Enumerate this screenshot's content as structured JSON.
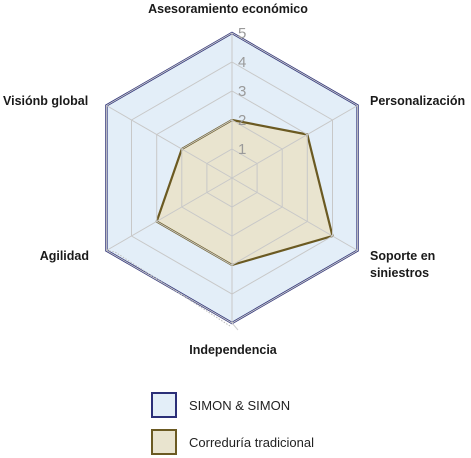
{
  "chart_data": {
    "type": "radar",
    "axes": [
      [
        "Asesoramiento económico"
      ],
      [
        "Personalización"
      ],
      [
        "Soporte en",
        "siniestros"
      ],
      [
        "Independencia"
      ],
      [
        "Agilidad"
      ],
      [
        "Visiónb global"
      ]
    ],
    "ticks": [
      "1",
      "2",
      "3",
      "4",
      "5"
    ],
    "rmax": 5,
    "grid": true,
    "series": [
      {
        "name": "SIMON & SIMON",
        "values": [
          5,
          5,
          5,
          5,
          5,
          5
        ],
        "stroke": "#2b2f78",
        "fill": "#e3eef8"
      },
      {
        "name": "Correduría tradicional",
        "values": [
          2,
          3,
          4,
          3,
          3,
          2
        ],
        "stroke": "#6b5a22",
        "fill": "#e9e4cf"
      }
    ],
    "legend_position": "bottom"
  }
}
